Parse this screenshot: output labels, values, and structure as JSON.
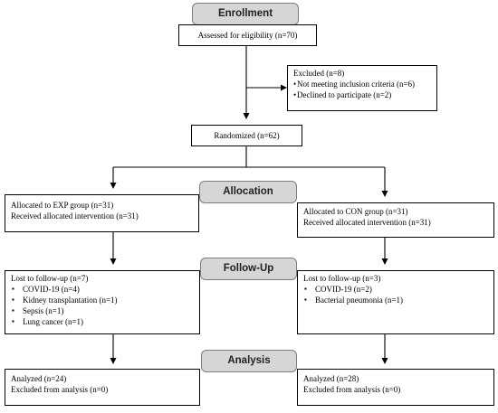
{
  "stages": {
    "enrollment": "Enrollment",
    "allocation": "Allocation",
    "follow_up": "Follow-Up",
    "analysis": "Analysis"
  },
  "eligibility": "Assessed for eligibility  (n=70)",
  "excluded": {
    "title": "Excluded   (n=8)",
    "items": [
      "Not meeting inclusion criteria (n=6)",
      "Declined  to participate (n=2)"
    ]
  },
  "randomized": "Randomized  (n=62)",
  "allocation": {
    "exp": {
      "line1": "Allocated to EXP  group (n=31)",
      "line2": "Received allocated intervention (n=31)"
    },
    "con": {
      "line1": "Allocated to CON  group (n=31)",
      "line2": "Received allocated intervention (n=31)"
    }
  },
  "follow_up": {
    "exp": {
      "title": "Lost to follow-up  (n=7)",
      "items": [
        "COVID-19   (n=4)",
        "Kidney  transplantation (n=1)",
        "Sepsis (n=1)",
        "Lung cancer (n=1)"
      ]
    },
    "con": {
      "title": "Lost to follow-up  (n=3)",
      "items": [
        "COVID-19   (n=2)",
        "Bacterial  pneumonia (n=1)"
      ]
    }
  },
  "analysis": {
    "exp": {
      "line1": "Analyzed   (n=24)",
      "line2": "Excluded  from  analysis (n=0)"
    },
    "con": {
      "line1": "Analyzed  (n=28)",
      "line2": "Excluded  from  analysis (n=0)"
    }
  }
}
